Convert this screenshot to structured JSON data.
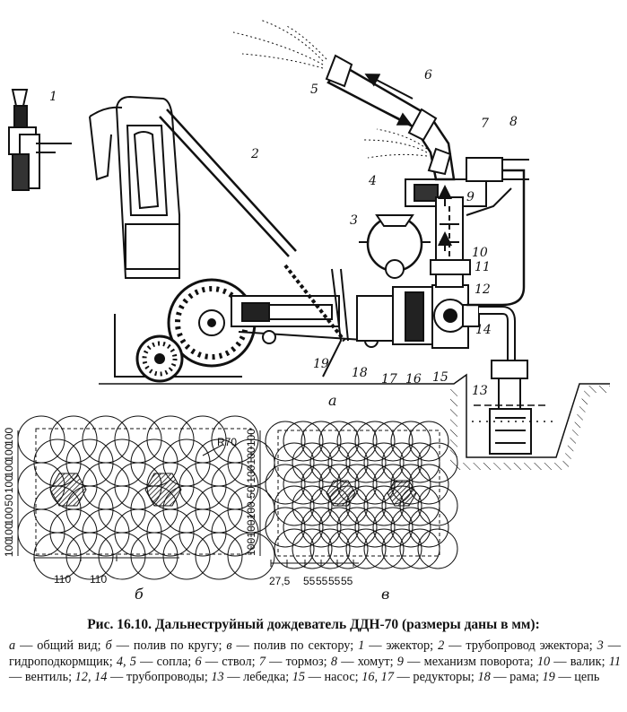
{
  "figure": {
    "view_labels": {
      "a": "а",
      "b": "б",
      "v": "в"
    },
    "part_labels": {
      "p1": "1",
      "p2": "2",
      "p3": "3",
      "p4": "4",
      "p5": "5",
      "p6": "6",
      "p7": "7",
      "p8": "8",
      "p9": "9",
      "p10": "10",
      "p11": "11",
      "p12": "12",
      "p13": "13",
      "p14": "14",
      "p15": "15",
      "p16": "16",
      "p17": "17",
      "p18": "18",
      "p19": "19"
    },
    "pattern_b": {
      "radius_label": "R70",
      "left_dims": [
        "100",
        "100",
        "100",
        "100",
        "50",
        "100",
        "100",
        "100"
      ],
      "bottom_dims": [
        "110",
        "110"
      ]
    },
    "pattern_v": {
      "left_dims": [
        "100",
        "100",
        "100",
        "50",
        "100",
        "100",
        "100"
      ],
      "bottom_dims": [
        "27,5",
        "55",
        "55",
        "55",
        "55"
      ]
    }
  },
  "caption": {
    "title": "Рис. 16.10. Дальнеструйный дождеватель ДДН-70 (размеры даны в мм):",
    "legend": [
      {
        "key": "а",
        "text": " — общий вид; "
      },
      {
        "key": "б",
        "text": " — полив по кругу; "
      },
      {
        "key": "в",
        "text": " — полив по сектору; "
      },
      {
        "key": "1",
        "text": " — эжектор; "
      },
      {
        "key": "2",
        "text": " — трубопровод эжектора; "
      },
      {
        "key": "3",
        "text": " — гидроподкормщик; "
      },
      {
        "key": "4, 5",
        "text": " — сопла; "
      },
      {
        "key": "6",
        "text": " — ствол; "
      },
      {
        "key": "7",
        "text": " — тормоз; "
      },
      {
        "key": "8",
        "text": " — хомут; "
      },
      {
        "key": "9",
        "text": " — механизм поворота; "
      },
      {
        "key": "10",
        "text": " — валик; "
      },
      {
        "key": "11",
        "text": " — вентиль; "
      },
      {
        "key": "12, 14",
        "text": " — трубопроводы; "
      },
      {
        "key": "13",
        "text": " — лебедка; "
      },
      {
        "key": "15",
        "text": " — насос; "
      },
      {
        "key": "16, 17",
        "text": " — редукторы; "
      },
      {
        "key": "18",
        "text": " — рама; "
      },
      {
        "key": "19",
        "text": " — цепь"
      }
    ]
  }
}
